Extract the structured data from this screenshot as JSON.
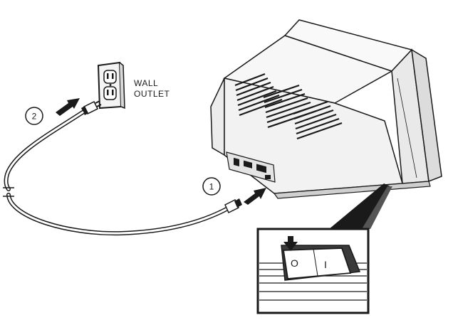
{
  "labels": {
    "wall_line1": "WALL",
    "wall_line2": "OUTLET"
  },
  "steps": {
    "step1": "1",
    "step2": "2"
  },
  "switch": {
    "off_mark": "O",
    "on_mark": "I"
  },
  "icons": {
    "monitor": "crt-monitor-rear-icon",
    "outlet": "wall-outlet-icon",
    "cord": "power-cord-icon",
    "switch": "rocker-switch-icon"
  },
  "colors": {
    "ink": "#1a1a1a",
    "paper": "#ffffff",
    "shade": "#2a2a2a"
  }
}
